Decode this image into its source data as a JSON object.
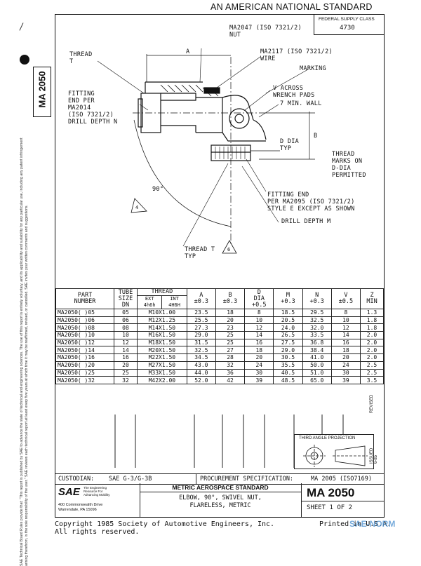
{
  "header": {
    "standard_title": "AN AMERICAN NATIONAL STANDARD",
    "fsc_label": "FEDERAL SUPPLY CLASS",
    "fsc_value": "4730",
    "side_number": "MA 2050"
  },
  "drawing_labels": {
    "nut": "MA2047 (ISO 7321/2)\nNUT",
    "wire": "MA2117 (ISO 7321/2)\nWIRE",
    "marking": "MARKING",
    "thread_t": "THREAD\nT",
    "fitting_end_left": "FITTING\nEND PER\nMA2014\n(ISO 7321/2)\nDRILL DEPTH N",
    "wrench_pads": "V ACROSS\nWRENCH PADS",
    "min_wall": "7 MIN. WALL",
    "d_dia": "D DIA\nTYP",
    "thread_marks": "THREAD\nMARKS ON\nD-DIA\nPERMITTED",
    "fitting_end_right": "FITTING END\nPER MA2095 (ISO 7321/2)\nSTYLE E EXCEPT AS SHOWN",
    "drill_depth_m": "DRILL DEPTH M",
    "thread_t_typ": "THREAD T\nTYP",
    "dim_a": "A",
    "dim_b": "B",
    "angle": "90°",
    "note_4": "4",
    "note_6": "6"
  },
  "table": {
    "headers": {
      "part_number": "PART\nNUMBER",
      "tube_size": "TUBE\nSIZE\nDN",
      "thread": "THREAD",
      "thread_ext": "EXT\n4h6h",
      "thread_int": "INT\n4H6H",
      "a": "A\n±0.3",
      "b": "B\n±0.3",
      "d": "D\nDIA\n+0.5",
      "m": "M\n+0.3",
      "n": "N\n+0.3",
      "v": "V\n±0.5",
      "z": "Z\nMIN"
    },
    "rows": [
      [
        "MA2050( )05",
        "05",
        "M10X1.00",
        "23.5",
        "18",
        "8",
        "18.5",
        "29.5",
        "8",
        "1.3"
      ],
      [
        "MA2050( )06",
        "06",
        "M12X1.25",
        "25.5",
        "20",
        "10",
        "20.5",
        "32.5",
        "10",
        "1.8"
      ],
      [
        "MA2050( )08",
        "08",
        "M14X1.50",
        "27.3",
        "23",
        "12",
        "24.0",
        "32.0",
        "12",
        "1.8"
      ],
      [
        "MA2050( )10",
        "10",
        "M16X1.50",
        "29.0",
        "25",
        "14",
        "26.5",
        "33.5",
        "14",
        "2.0"
      ],
      [
        "MA2050( )12",
        "12",
        "M18X1.50",
        "31.5",
        "25",
        "16",
        "27.5",
        "36.8",
        "16",
        "2.0"
      ],
      [
        "MA2050( )14",
        "14",
        "M20X1.50",
        "32.5",
        "27",
        "18",
        "29.0",
        "38.4",
        "18",
        "2.0"
      ],
      [
        "MA2050( )16",
        "16",
        "M22X1.50",
        "34.5",
        "28",
        "20",
        "30.5",
        "41.0",
        "20",
        "2.0"
      ],
      [
        "MA2050( )20",
        "20",
        "M27X1.50",
        "43.0",
        "32",
        "24",
        "35.5",
        "50.0",
        "24",
        "2.5"
      ],
      [
        "MA2050( )25",
        "25",
        "M33X1.50",
        "44.0",
        "36",
        "30",
        "40.5",
        "51.0",
        "30",
        "2.5"
      ],
      [
        "MA2050( )32",
        "32",
        "M42X2.00",
        "52.0",
        "42",
        "39",
        "48.5",
        "65.0",
        "39",
        "3.5"
      ]
    ]
  },
  "projection": {
    "label": "THIRD ANGLE PROJECTION",
    "revised": "REVISED",
    "issued": "ISSUED 6-85"
  },
  "custodian": {
    "label": "CUSTODIAN:",
    "value": "SAE G-3/G-3B",
    "procurement_label": "PROCUREMENT SPECIFICATION:",
    "procurement_value": "MA 2005 (ISO7169)"
  },
  "title_block": {
    "sae_logo": "SAE",
    "sae_tagline": "The Engineering\nResource For\nAdvancing Mobility",
    "address": "400 Commonwealth Drive\nWarrendale, PA 15096",
    "standard_type": "METRIC AEROSPACE STANDARD",
    "part_title": "ELBOW, 90°, SWIVEL NUT,\nFLARELESS, METRIC",
    "doc_number": "MA 2050",
    "sheet": "SHEET 1 OF 2"
  },
  "footer": {
    "copyright": "Copyright 1985 Society of Automotive Engineers, Inc.\nAll rights reserved.",
    "printed": "Printed in U.S.A.",
    "watermark": "SAE-NORM"
  },
  "side_text": "SAE Technical Board Rules provide that: \"This report is published by SAE to advance the state of technical and engineering sciences. The use of this report is entirely voluntary, and its applicability and suitability for any particular use, including any patent infringement arising therefrom, is the sole responsibility of the user.\" SAE reviews each technical report at least every five years at which time it may be reaffirmed, revised, or cancelled. SAE invites your written comments and suggestions."
}
